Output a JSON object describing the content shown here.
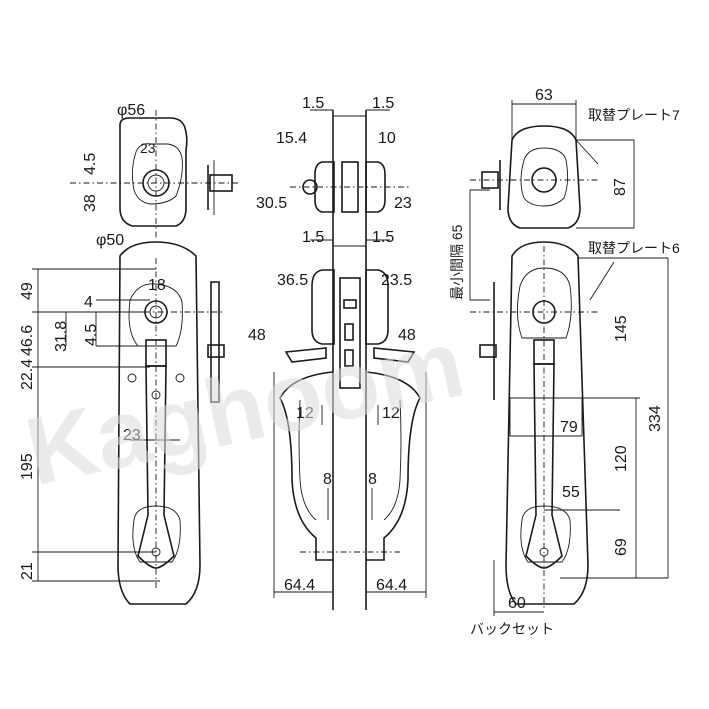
{
  "watermark": "Kaghoom",
  "front_view": {
    "top_dims": {
      "dia": "φ56",
      "cyl": "23",
      "a": "4.5",
      "b": "38"
    },
    "mid_dims": {
      "dia": "φ50",
      "cyl": "18",
      "x4": "4",
      "x31": "31.8",
      "x45": "4.5"
    },
    "left_dims": [
      "49",
      "46.6",
      "22.4",
      "195",
      "21"
    ],
    "handle_width": "23"
  },
  "side_view": {
    "top": {
      "l1": "1.5",
      "r1": "1.5",
      "l2": "15.4",
      "r2": "10",
      "l3": "30.5",
      "r3": "23"
    },
    "mid": {
      "l1": "1.5",
      "r1": "1.5",
      "l2": "36.5",
      "r2": "23.5",
      "l3": "48",
      "r3": "48",
      "l4": "12",
      "r4": "12",
      "l5": "8",
      "r5": "8",
      "l6": "64.4",
      "r6": "64.4"
    }
  },
  "back_view": {
    "top_width": "63",
    "plate7_label": "取替プレート7",
    "plate7_height": "87",
    "min_gap": "最小間隔 65",
    "plate6_label": "取替プレート6",
    "d145": "145",
    "d79": "79",
    "d334": "334",
    "d120": "120",
    "d55": "55",
    "d69": "69",
    "d60": "60",
    "backset": "バックセット"
  }
}
